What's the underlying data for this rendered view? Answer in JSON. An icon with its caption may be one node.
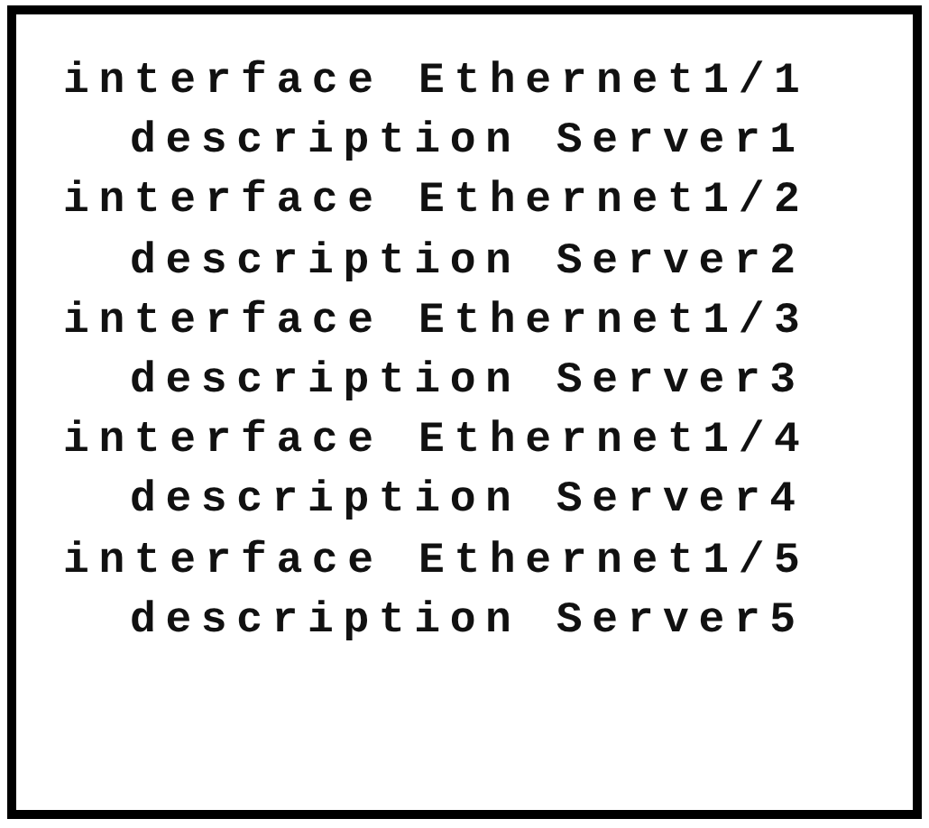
{
  "diagram": {
    "nodes": [
      {
        "text": [
          "interface Ethernet1/1",
          "description Server1",
          "interface Ethernet1/2",
          "description Server2",
          "interface Ethernet1/3",
          "description Server3",
          "interface Ethernet1/4",
          "description Server4",
          "interface Ethernet1/5",
          "description Server5"
        ]
      }
    ]
  }
}
